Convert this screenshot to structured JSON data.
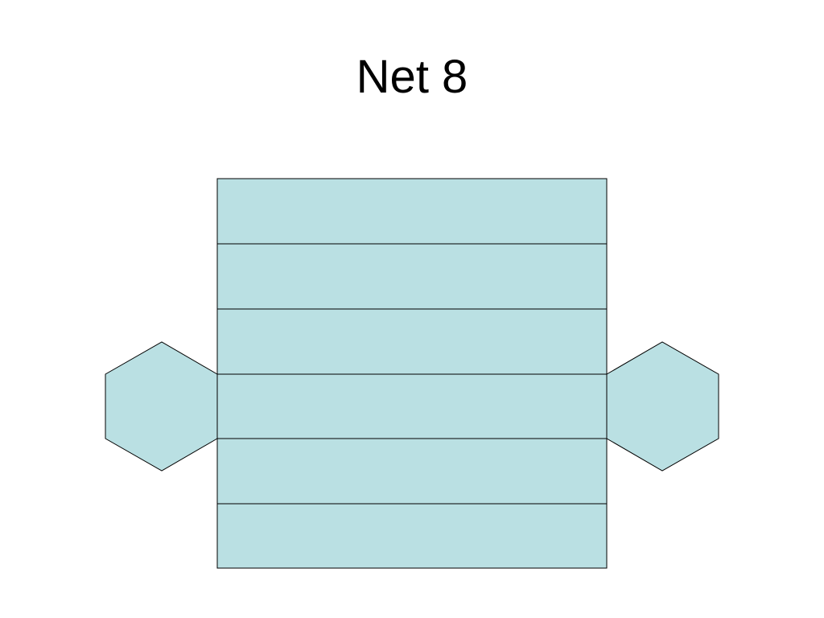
{
  "slide": {
    "title": "Net 8"
  },
  "net": {
    "fill_color": "#bae0e3",
    "stroke_color": "#000000",
    "rectangular_faces": 6,
    "hexagonal_faces": 2
  }
}
